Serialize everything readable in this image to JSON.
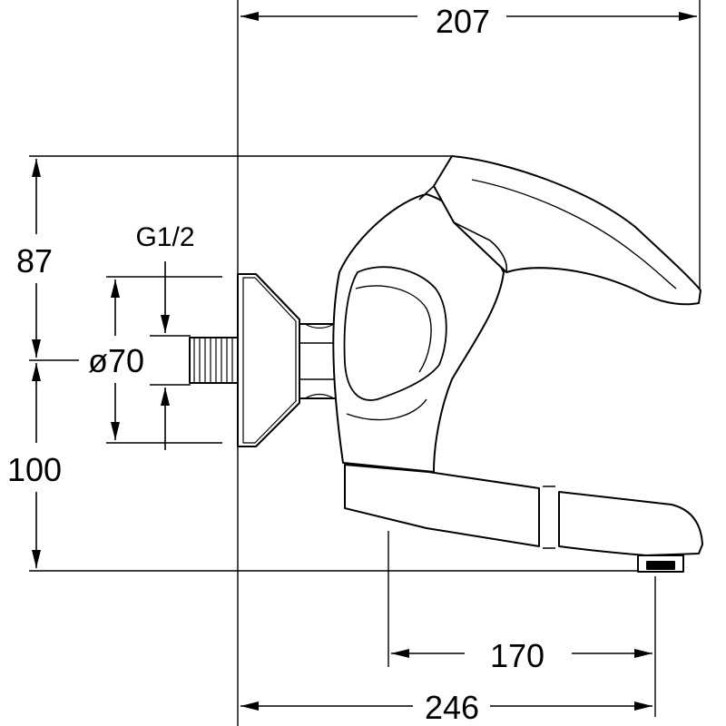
{
  "dimensions": {
    "total_width": "207",
    "height_upper": "87",
    "height_lower": "100",
    "thread": "G1/2",
    "rosette_diameter": "ø70",
    "spout_reach": "170",
    "overall_length": "246"
  },
  "colors": {
    "line": "#000000",
    "background": "#ffffff"
  }
}
